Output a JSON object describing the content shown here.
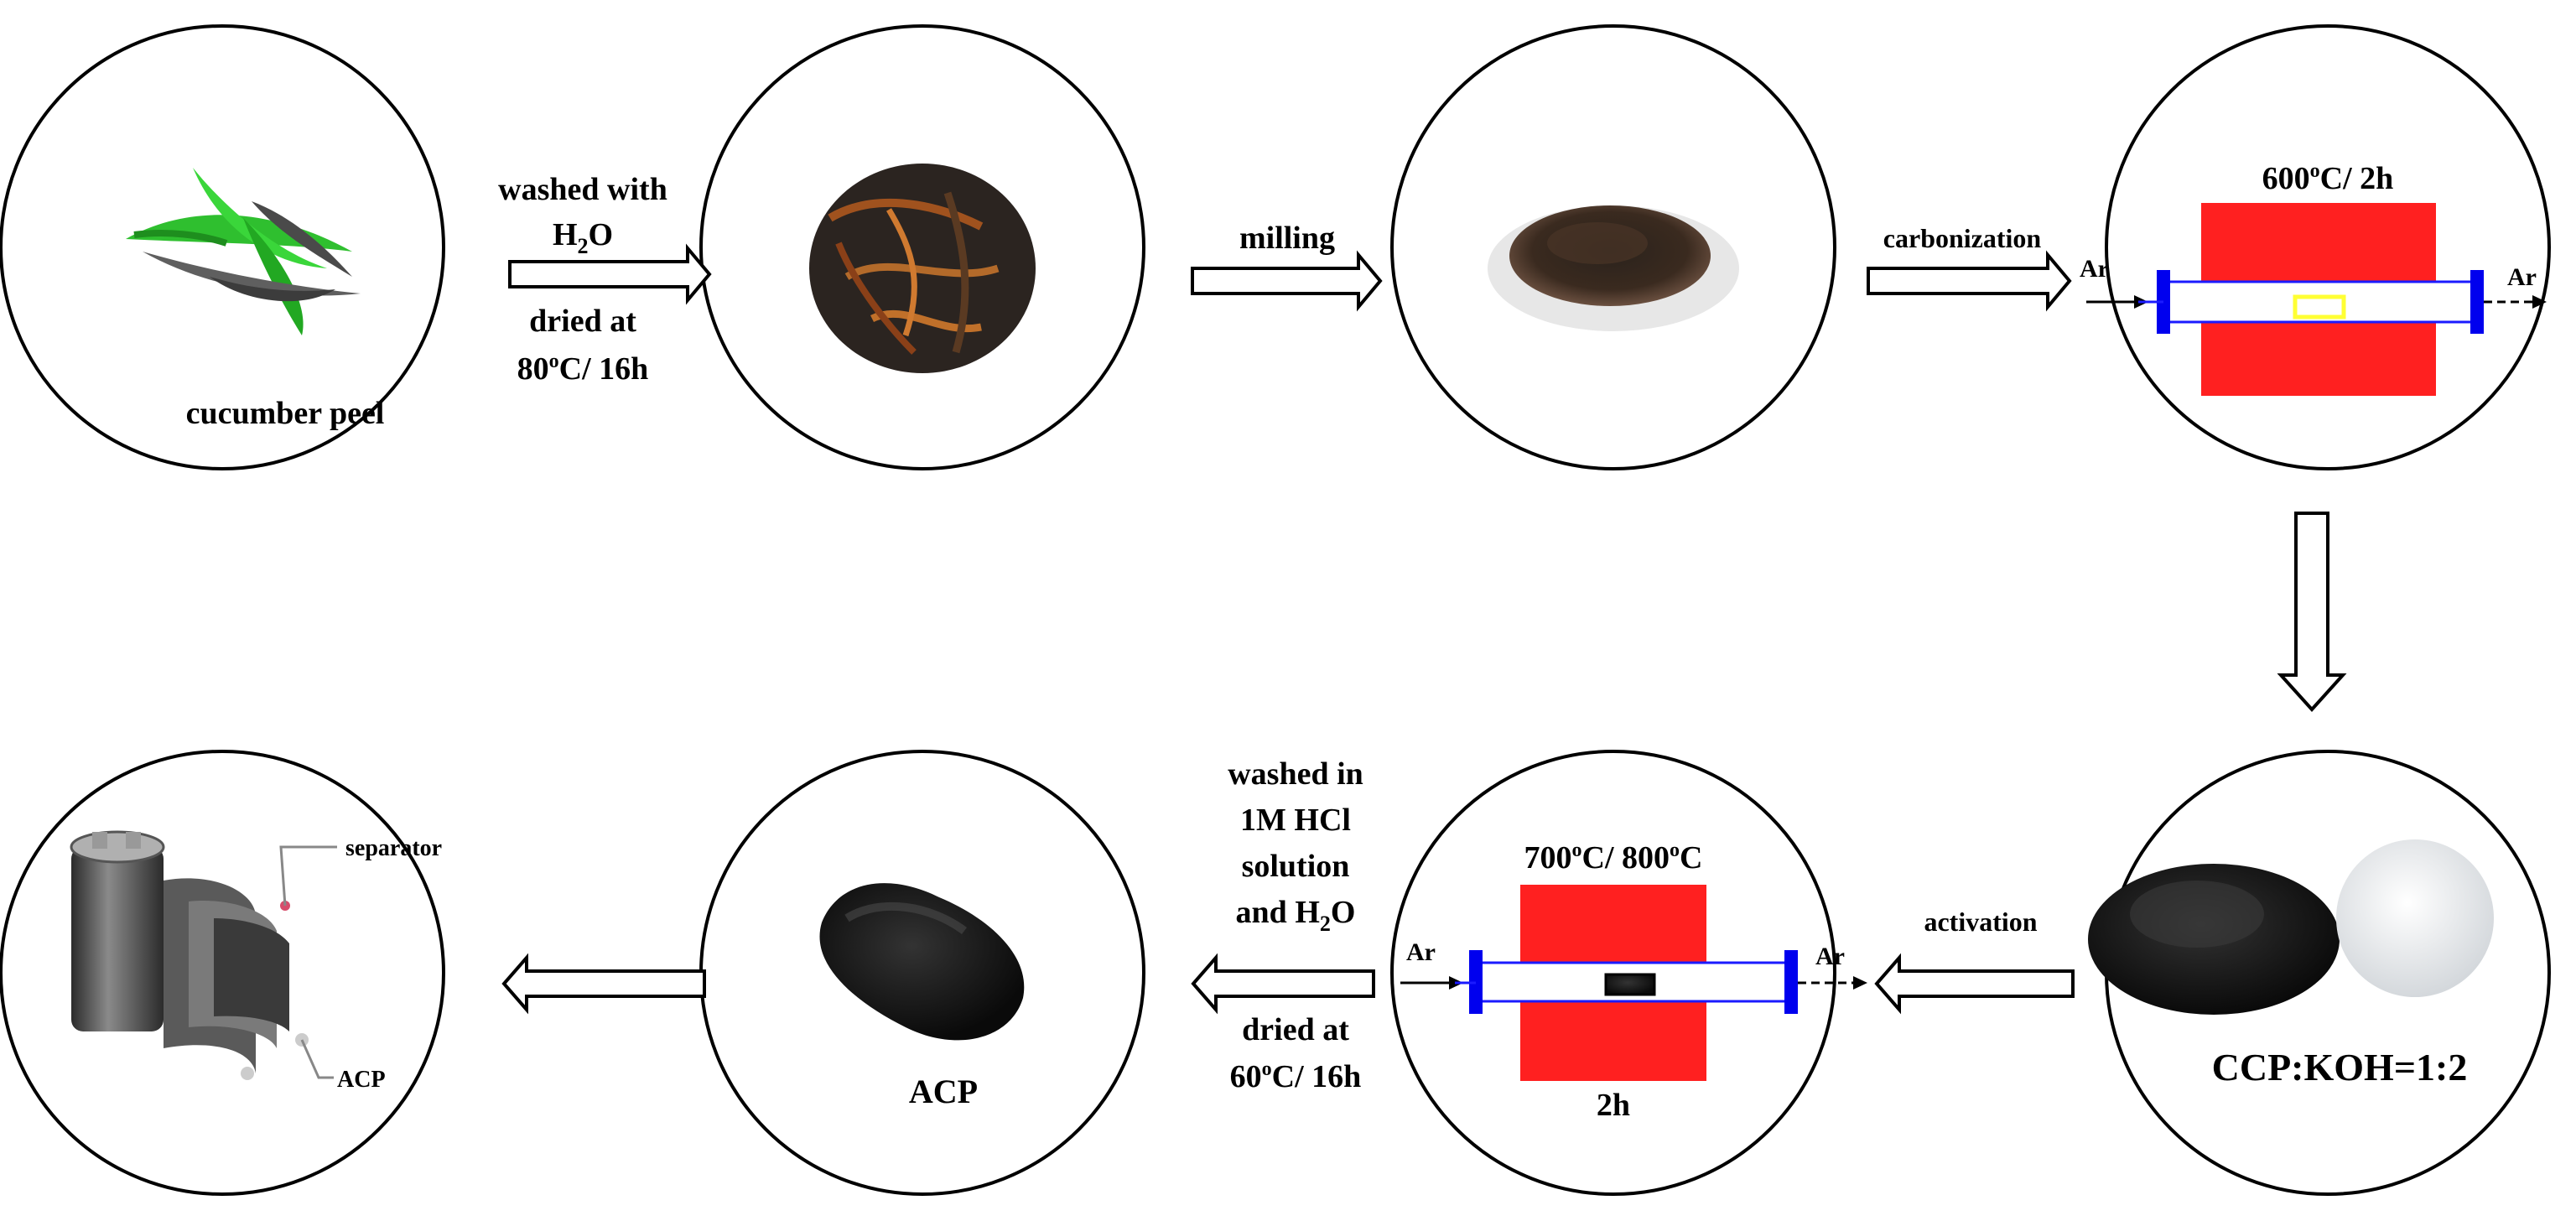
{
  "steps": {
    "cucumber_peel": {
      "caption": "cucumber peel"
    },
    "wash1": {
      "line1": "washed with",
      "line2": "H",
      "line2_sub": "2",
      "line2_tail": "O"
    },
    "dry1": {
      "line1": "dried at",
      "line2": "80",
      "line2_sup": "o",
      "line2_tail": "C/ 16h"
    },
    "milling": {
      "label": "milling"
    },
    "carbonization": {
      "label": "carbonization"
    },
    "furnace1": {
      "temp": "600",
      "temp_sup": "o",
      "temp_tail": "C/ 2h",
      "gas_in": "Ar",
      "gas_out": "Ar"
    },
    "mix": {
      "caption": "CCP:KOH=1:2"
    },
    "activation": {
      "label": "activation"
    },
    "furnace2": {
      "temp_a": "700",
      "temp_a_sup": "o",
      "temp_a_tail": "C/ 800",
      "temp_b_sup": "o",
      "temp_b_tail": "C",
      "time": "2h",
      "gas_in": "Ar",
      "gas_out": "Ar"
    },
    "wash2": {
      "line1": "washed in",
      "line2": "1M HCl",
      "line3": "solution",
      "line4": "and H",
      "line4_sub": "2",
      "line4_tail": "O"
    },
    "dry2": {
      "line1": "dried at",
      "line2": "60",
      "line2_sup": "o",
      "line2_tail": "C/ 16h"
    },
    "acp": {
      "caption": "ACP"
    },
    "capacitor": {
      "separator": "separator",
      "electrode": "ACP"
    }
  },
  "colors": {
    "furnace": "#ff2020",
    "tube": "#1a1aff",
    "tube_cap": "#0000ee",
    "boat1": "#ffff33",
    "peel": "#2fbf2f",
    "dark_peel": "#4a4a4a",
    "carbon": "#1a1a1a"
  }
}
